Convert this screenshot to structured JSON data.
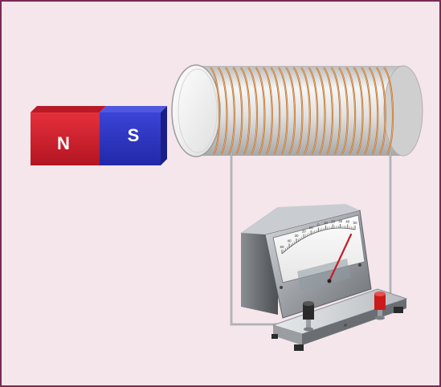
{
  "magnet": {
    "north_label": "N",
    "south_label": "S",
    "north_color": "#d81e2e",
    "south_color": "#2a34c8"
  },
  "coil": {
    "wire_color": "#c07a3a",
    "turns": 24
  },
  "meter": {
    "scale_labels": [
      "50",
      "40",
      "30",
      "20",
      "10",
      "0",
      "10",
      "20",
      "30",
      "40",
      "50"
    ],
    "needle_color": "#c0202a",
    "terminal_colors": [
      "#2a2a2a",
      "#cc1a1a"
    ]
  },
  "colors": {
    "background": "#f4e6ea",
    "border": "#7a2a55"
  }
}
